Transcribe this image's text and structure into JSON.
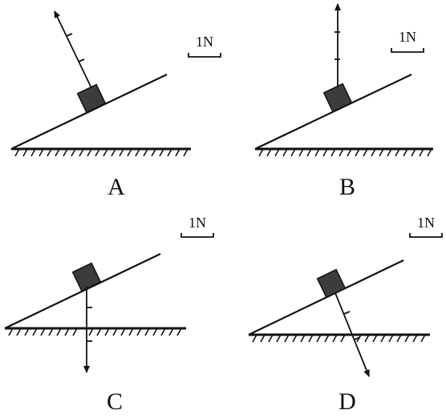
{
  "panels": [
    {
      "label": "A",
      "scale_label": "1N"
    },
    {
      "label": "B",
      "scale_label": "1N"
    },
    {
      "label": "C",
      "scale_label": "1N"
    },
    {
      "label": "D",
      "scale_label": "1N"
    }
  ],
  "colors": {
    "ink": "#111111",
    "block": "#3c3c3c",
    "background": "#ffffff"
  }
}
